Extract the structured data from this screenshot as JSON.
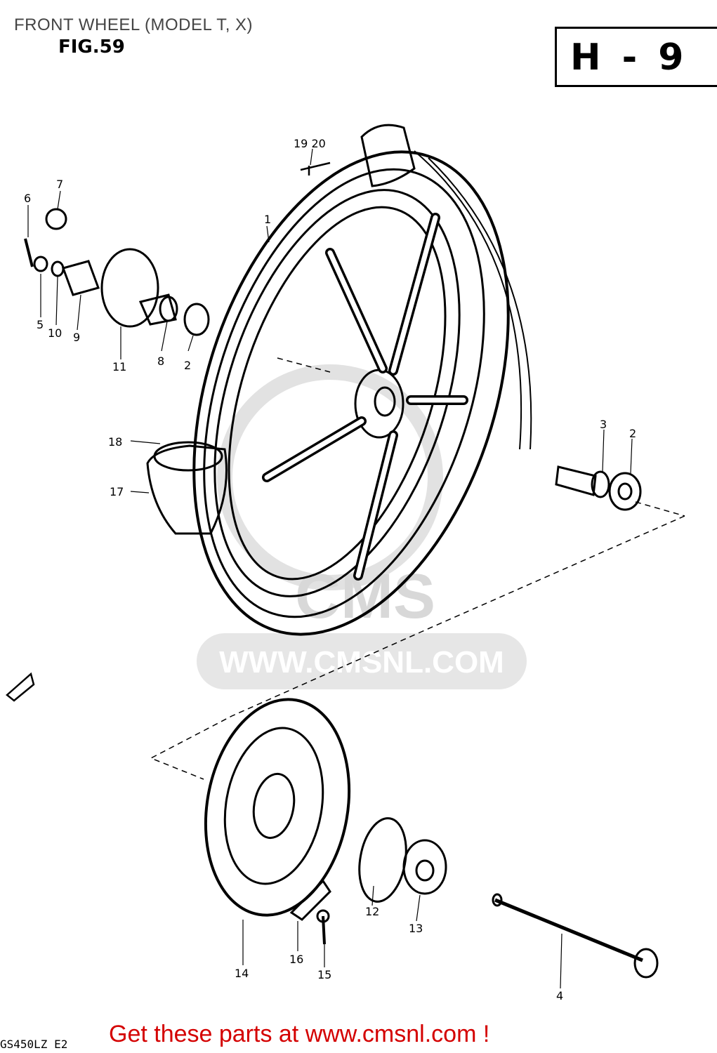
{
  "header": {
    "title": "FRONT WHEEL (MODEL T, X)",
    "fig_label": "FIG.59",
    "page_code": "H - 9"
  },
  "callouts": [
    "1",
    "2",
    "2",
    "3",
    "4",
    "5",
    "6",
    "7",
    "8",
    "9",
    "10",
    "11",
    "12",
    "13",
    "14",
    "15",
    "16",
    "17",
    "18",
    "19 20"
  ],
  "watermark": {
    "text": "WWW.CMSNL.COM",
    "logo_text": "CMS"
  },
  "footer": {
    "code": "GS450LZ E2",
    "cta": "Get these parts at www.cmsnl.com !"
  }
}
